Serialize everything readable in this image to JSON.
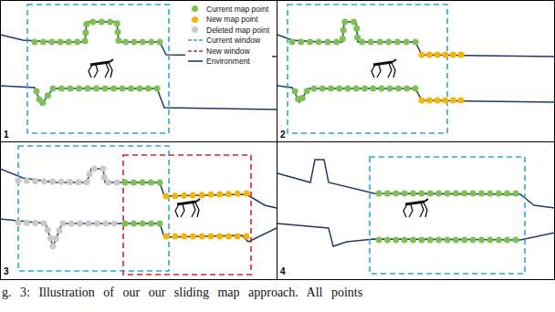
{
  "diagram": {
    "caption": "g. 3: Illustration of our our sliding map approach. All points",
    "labels": [
      "1",
      "2",
      "3",
      "4"
    ],
    "legend": [
      {
        "text": "Current map point",
        "color": "#7cc24f"
      },
      {
        "text": "New map point",
        "color": "#f7b500"
      },
      {
        "text": "Deleted map point",
        "color": "#c9c9c9"
      },
      {
        "text": "Current window"
      },
      {
        "text": "New window"
      },
      {
        "text": "Environment"
      }
    ]
  }
}
